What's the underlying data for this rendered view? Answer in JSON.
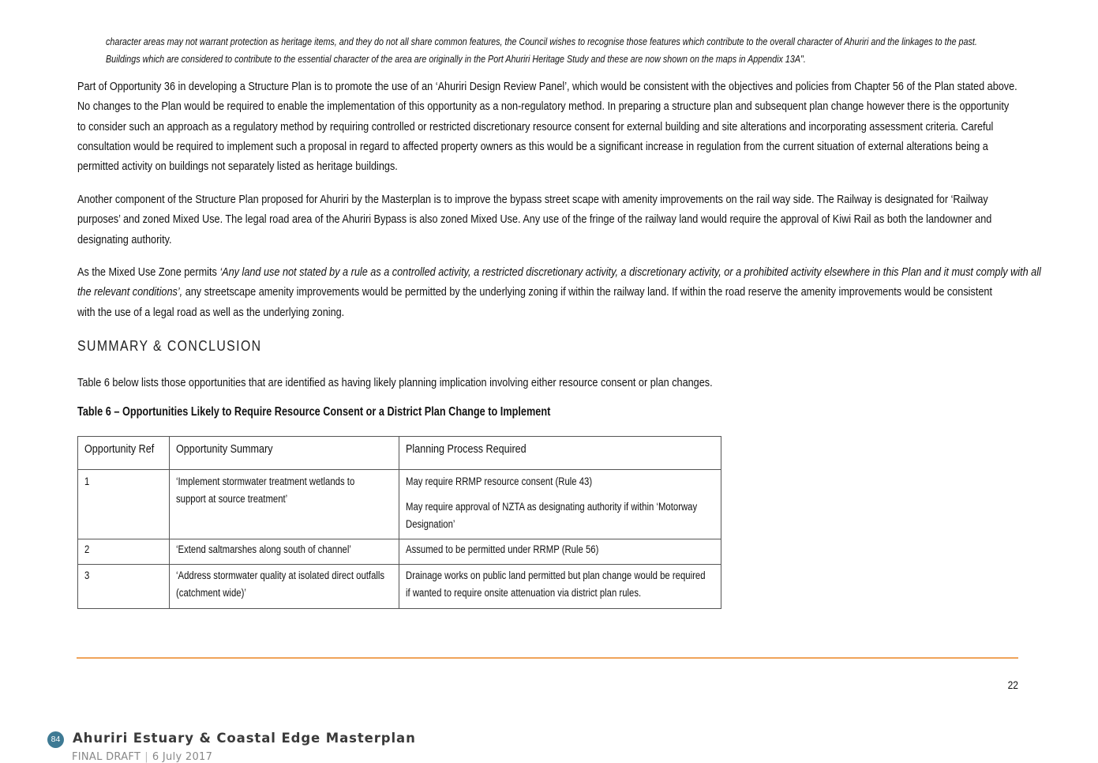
{
  "quote": {
    "line1": "character areas may not warrant protection as heritage items, and they do not all share common features, the Council wishes to recognise those features which contribute to the overall character of Ahuriri and the linkages to the past.",
    "line2": "Buildings which are considered to contribute to the essential character of the area are originally in the Port Ahuriri Heritage Study and these are now shown on the maps in Appendix 13A\"."
  },
  "paragraphs": {
    "p1": [
      "Part of Opportunity 36 in developing a Structure Plan is to promote the use of an ‘Ahuriri Design Review Panel’, which would be consistent with the objectives and policies from Chapter 56 of the Plan stated above.",
      "No changes to the Plan would be required to enable the implementation of this opportunity as a non-regulatory method.   In preparing a structure plan and subsequent plan change however there is the opportunity",
      "to consider such an approach as a regulatory method by requiring controlled or restricted discretionary resource consent for external building and site alterations and incorporating assessment criteria.  Careful",
      "consultation would be required to implement such a proposal in regard to affected property owners as this would be a significant increase in regulation from the current situation of external alterations being a",
      "permitted activity on buildings not separately listed as heritage buildings."
    ],
    "p2": [
      "Another component of the Structure Plan proposed for Ahuriri by the Masterplan is to improve the bypass street scape with amenity improvements on the rail way side.  The Railway is designated for ‘Railway",
      "purposes’ and zoned Mixed Use.  The legal road area of the Ahuriri Bypass is also zoned Mixed Use.  Any use of the fringe of the railway land would require the approval of Kiwi Rail as both the landowner and",
      "designating authority."
    ],
    "p3": {
      "line1_plain": "As the Mixed Use Zone permits ",
      "line1_italic": "‘Any land use not stated by a rule as a controlled activity, a restricted discretionary activity, a discretionary activity, or a prohibited activity elsewhere in this Plan and it must comply with all",
      "line2_italic": "the relevant conditions’,",
      "line2_plain": " any streetscape amenity improvements would be permitted by the underlying zoning if within the railway land.  If within the road reserve the amenity improvements would be consistent",
      "line3": "with the use of a legal road as well as the underlying zoning."
    },
    "p4": "Table 6 below lists those opportunities that are identified as having likely planning implication involving either resource consent or plan changes."
  },
  "section_heading": "SUMMARY & CONCLUSION",
  "table": {
    "caption": "Table 6 – Opportunities Likely to Require Resource Consent or a District Plan Change to Implement",
    "headers": [
      "Opportunity Ref",
      "Opportunity Summary",
      "Planning Process Required"
    ],
    "rows": [
      {
        "ref": "1",
        "summary": [
          "‘Implement stormwater treatment wetlands to",
          "support at source treatment’"
        ],
        "process": [
          "May require RRMP resource consent (Rule 43)",
          "May require approval of NZTA as designating authority if within ‘Motorway",
          "Designation’"
        ]
      },
      {
        "ref": "2",
        "summary": [
          "‘Extend saltmarshes along south of channel’"
        ],
        "process": [
          "Assumed to be permitted under RRMP (Rule 56)"
        ]
      },
      {
        "ref": "3",
        "summary": [
          "‘Address stormwater quality at isolated direct outfalls",
          "(catchment wide)’"
        ],
        "process": [
          "Drainage works on public land permitted but plan change would be required",
          "if wanted to require onsite attenuation via district plan rules."
        ]
      }
    ]
  },
  "page_number": "22",
  "footer": {
    "badge": "84",
    "title": "Ahuriri Estuary & Coastal Edge Masterplan",
    "status": "FINAL DRAFT",
    "separator": "|",
    "date": "6 July 2017"
  },
  "colors": {
    "rule": "#f0a45a",
    "badge": "#3e7a94",
    "footer_title": "#3a3a3a",
    "footer_sub": "#888888"
  }
}
